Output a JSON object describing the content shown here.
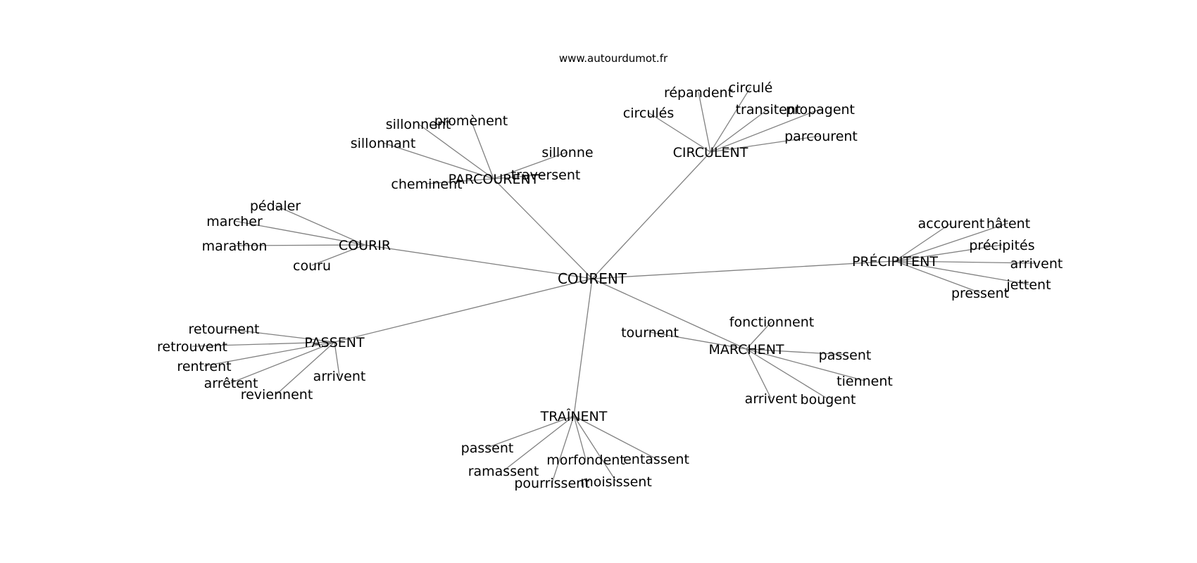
{
  "site": "www.autourdumot.fr",
  "graph": {
    "center": "COURENT",
    "clusters": [
      {
        "hub": "PARCOURENT",
        "leaves": [
          "sillonnent",
          "promènent",
          "sillonnant",
          "sillonne",
          "traversent",
          "cheminent"
        ]
      },
      {
        "hub": "CIRCULENT",
        "leaves": [
          "répandent",
          "circulé",
          "circulés",
          "transitent",
          "propagent",
          "parcourent"
        ]
      },
      {
        "hub": "COURIR",
        "leaves": [
          "pédaler",
          "marcher",
          "marathon",
          "couru"
        ]
      },
      {
        "hub": "PRÉCIPITENT",
        "leaves": [
          "accourent",
          "hâtent",
          "précipités",
          "arrivent",
          "jettent",
          "pressent"
        ]
      },
      {
        "hub": "PASSENT",
        "leaves": [
          "retournent",
          "retrouvent",
          "rentrent",
          "arrêtent",
          "reviennent",
          "arrivent"
        ]
      },
      {
        "hub": "MARCHENT",
        "leaves": [
          "fonctionnent",
          "tournent",
          "passent",
          "tiennent",
          "arrivent",
          "bougent"
        ]
      },
      {
        "hub": "TRAÎNENT",
        "leaves": [
          "passent",
          "ramassent",
          "morfondent",
          "entassent",
          "pourrissent",
          "moisissent"
        ]
      }
    ]
  }
}
